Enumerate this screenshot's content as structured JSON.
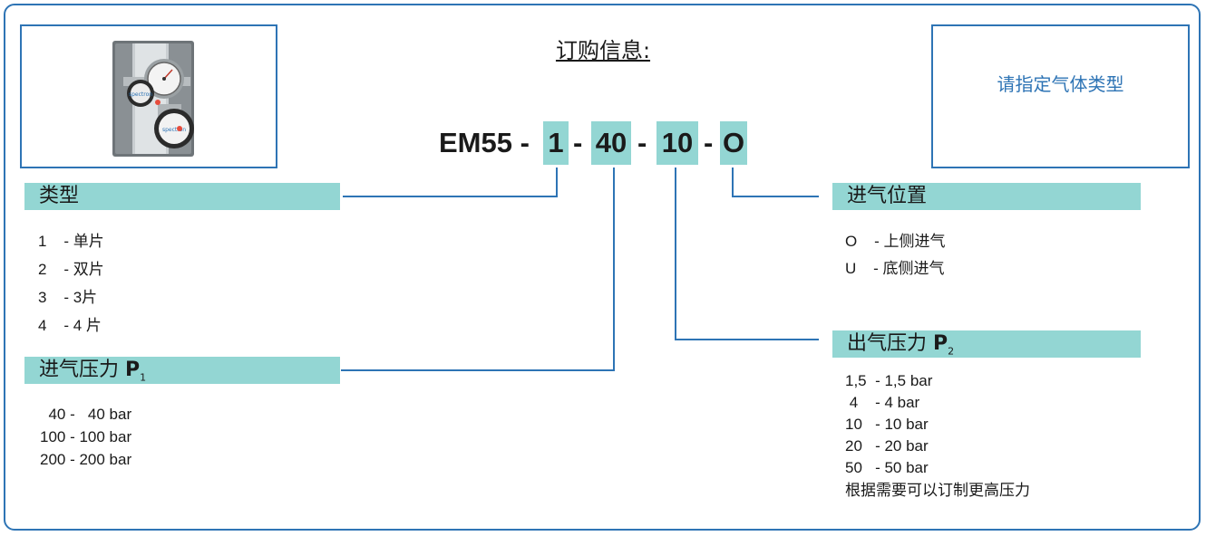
{
  "title": "订购信息:",
  "gas_note": "请指定气体类型",
  "model": {
    "base": "EM55 -",
    "segments": [
      "1",
      "40",
      "10",
      "O"
    ],
    "separator": "-"
  },
  "type_section": {
    "header": "类型",
    "options": [
      "1    - 单片",
      "2    - 双片",
      "3    - 3片",
      "4    - 4 片"
    ]
  },
  "inlet_pressure": {
    "header": "进气压力 ",
    "symbol": "P",
    "sub": "1",
    "options": [
      "  40 -   40 bar",
      "100 - 100 bar",
      "200 - 200 bar"
    ]
  },
  "inlet_position": {
    "header": "进气位置",
    "options": [
      "O    - 上侧进气",
      "U    - 底侧进气"
    ]
  },
  "outlet_pressure": {
    "header": "出气压力 ",
    "symbol": "P",
    "sub": "2",
    "options": [
      "1,5  - 1,5 bar",
      " 4    - 4 bar",
      "10   - 10 bar",
      "20   - 20 bar",
      "50   - 50 bar",
      "根据需要可以订制更高压力"
    ]
  },
  "colors": {
    "border": "#2e74b5",
    "highlight": "#93d6d3",
    "line": "#2e74b5"
  },
  "icons": {
    "product_image": "pressure-regulator-panel"
  }
}
